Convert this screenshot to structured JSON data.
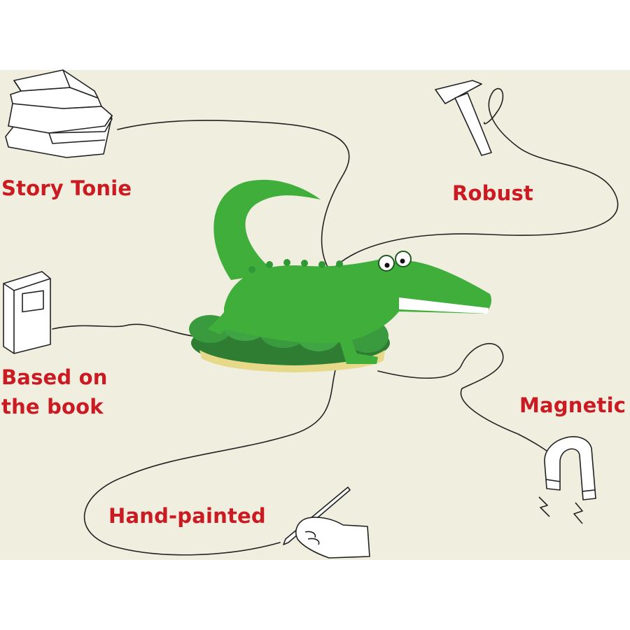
{
  "features": [
    {
      "id": "story-tonie",
      "label": "Story Tonie",
      "icon": "books-icon"
    },
    {
      "id": "robust",
      "label": "Robust",
      "icon": "hammer-icon"
    },
    {
      "id": "based-on-book",
      "label_line1": "Based on",
      "label_line2": "the book",
      "icon": "book-icon"
    },
    {
      "id": "magnetic",
      "label": "Magnetic",
      "icon": "magnet-icon"
    },
    {
      "id": "hand-painted",
      "label": "Hand-painted",
      "icon": "painting-hand-icon"
    }
  ],
  "figure": {
    "name": "crocodile-figure",
    "icon": "crocodile-figurine"
  },
  "colors": {
    "background": "#efeedf",
    "label_red": "#cc1a22",
    "line": "#222222",
    "croc_green": "#3fae3a",
    "leaf_green": "#2f7d33"
  }
}
